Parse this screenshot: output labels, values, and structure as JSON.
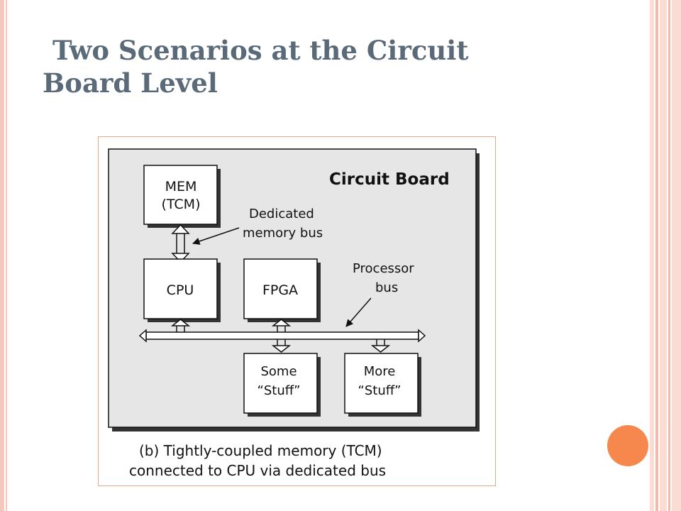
{
  "slide": {
    "title_line1": "Two Scenarios at the Circuit",
    "title_line2": "Board Level"
  },
  "diagram": {
    "board_label": "Circuit Board",
    "mem_line1": "MEM",
    "mem_line2": "(TCM)",
    "dedicated_bus_line1": "Dedicated",
    "dedicated_bus_line2": "memory bus",
    "cpu_label": "CPU",
    "fpga_label": "FPGA",
    "processor_bus_line1": "Processor",
    "processor_bus_line2": "bus",
    "some_stuff_line1": "Some",
    "some_stuff_line2": "“Stuff”",
    "more_stuff_line1": "More",
    "more_stuff_line2": "“Stuff”",
    "caption_line1": "(b) Tightly-coupled memory (TCM)",
    "caption_line2": "connected to CPU via dedicated bus"
  },
  "colors": {
    "frame_pink": "#f6c7bd",
    "accent_orange": "#f7884d",
    "title_slate": "#5a6a78",
    "board_gray": "#e6e6e6"
  }
}
